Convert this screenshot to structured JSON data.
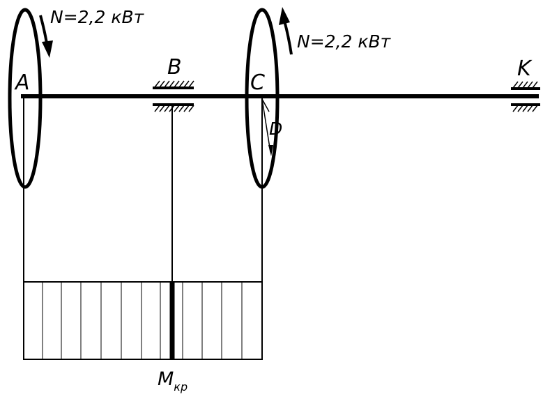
{
  "points": {
    "a": "A",
    "b": "B",
    "c": "C",
    "d": "D",
    "k": "K"
  },
  "power_left": "N=2,2 кВт",
  "power_right": "N=2,2 кВт",
  "torque": {
    "symbol": "M",
    "subscript": "кр"
  },
  "colors": {
    "ink": "#000000",
    "background": "#ffffff"
  }
}
